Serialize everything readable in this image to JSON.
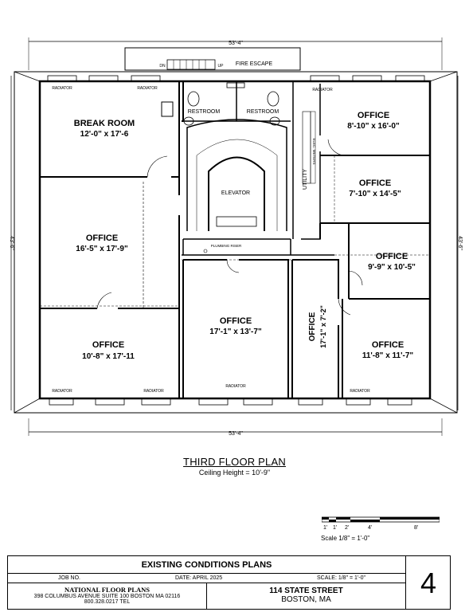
{
  "plan": {
    "title": "THIRD FLOOR PLAN",
    "ceiling": "Ceiling Height = 10'-9\"",
    "dim_top": "53'-4\"",
    "dim_bottom": "53'-4\"",
    "dim_left": "43'-6\"",
    "dim_right": "43'-6\"",
    "fire_escape": "FIRE ESCAPE",
    "stair_small_left": "DN",
    "stair_small_right": "UP",
    "rooms": {
      "break_room": {
        "name": "BREAK ROOM",
        "size": "12'-0\" x 17'-6"
      },
      "office_a": {
        "name": "OFFICE",
        "size": "16'-5\" x 17'-9\""
      },
      "office_b": {
        "name": "OFFICE",
        "size": "10'-8\" x 17'-11"
      },
      "office_c": {
        "name": "OFFICE",
        "size": "17'-1\" x 13'-7\""
      },
      "office_d": {
        "name": "OFFICE",
        "size": "17'-1\" x 7'-2\""
      },
      "office_e": {
        "name": "OFFICE",
        "size": "8'-10\" x 16'-0\""
      },
      "office_f": {
        "name": "OFFICE",
        "size": "7'-10\" x 14'-5\""
      },
      "office_g": {
        "name": "OFFICE",
        "size": "9'-9\" x 10'-5\""
      },
      "office_h": {
        "name": "OFFICE",
        "size": "11'-8\" x 11'-7\""
      },
      "restroom_l": {
        "name": "RESTROOM"
      },
      "restroom_r": {
        "name": "RESTROOM"
      },
      "elevator": {
        "name": "ELEVATOR"
      },
      "utility": {
        "name": "UTILITY"
      }
    },
    "plumbing": "PLUMBING RISER",
    "meters": "ELEC. METERS",
    "radiator": "RADIATOR"
  },
  "scale": {
    "ticks": [
      "1'",
      "1'",
      "2'",
      "4'",
      "8'"
    ],
    "label": "Scale  1/8\" = 1'-0\""
  },
  "title_block": {
    "heading": "EXISTING CONDITIONS PLANS",
    "job_no": "JOB NO.",
    "date": "DATE: APRIL 2025",
    "scale": "SCALE: 1/8\" = 1'-0\"",
    "company": "NATIONAL FLOOR PLANS",
    "address": "398 COLUMBUS AVENUE SUITE 100 BOSTON MA 02116",
    "phone": "800.328.0217 TEL",
    "street": "114 STATE STREET",
    "city": "BOSTON, MA",
    "sheet": "4"
  }
}
